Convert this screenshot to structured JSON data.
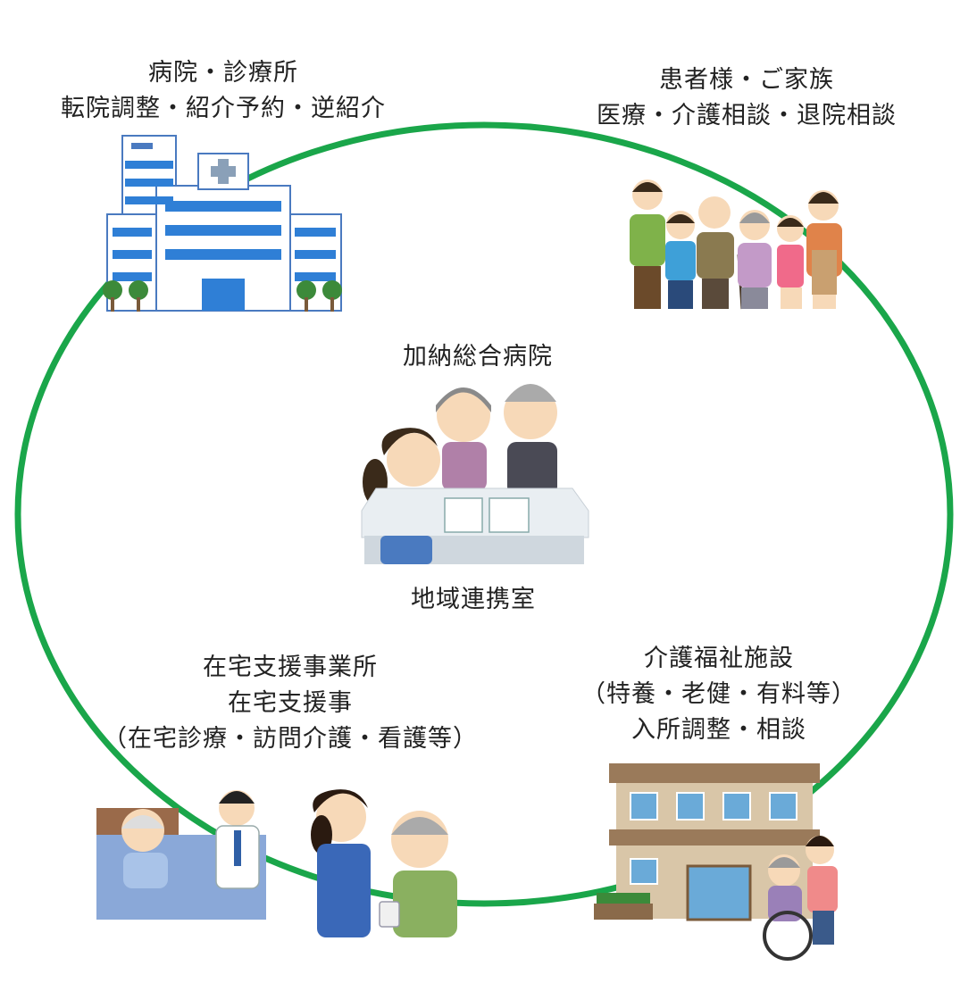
{
  "diagram": {
    "circle_color": "#1aa64a",
    "hospital_clinic": {
      "lines": [
        "病院・診療所",
        "転院調整・紹介予約・逆紹介"
      ]
    },
    "patients_family": {
      "lines": [
        "患者様・ご家族",
        "医療・介護相談・退院相談"
      ]
    },
    "center": {
      "title": "加納総合病院",
      "subtitle": "地域連携室"
    },
    "home_support": {
      "lines": [
        "在宅支援事業所",
        "在宅支援事",
        "（在宅診療・訪問介護・看護等）"
      ]
    },
    "care_facility": {
      "lines": [
        "介護福祉施設",
        "（特養・老健・有料等）",
        "入所調整・相談"
      ]
    }
  }
}
